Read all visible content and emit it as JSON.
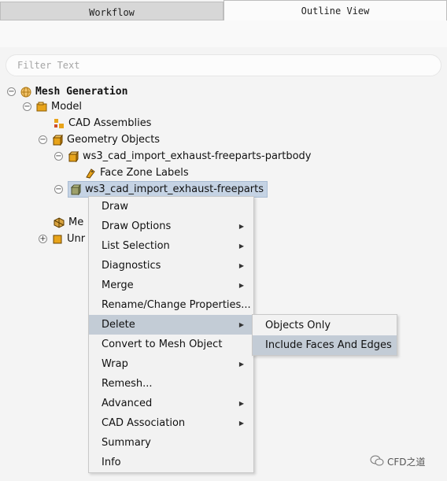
{
  "tabs": [
    {
      "label": "Workflow"
    },
    {
      "label": "Outline View"
    }
  ],
  "filter": {
    "placeholder": "Filter Text"
  },
  "tree": {
    "root": "Mesh Generation",
    "model": "Model",
    "cad_assemblies": "CAD Assemblies",
    "geometry_objects": "Geometry Objects",
    "partbody": "ws3_cad_import_exhaust-freeparts-partbody",
    "face_zone_labels": "Face Zone Labels",
    "freeparts": "ws3_cad_import_exhaust-freeparts",
    "mesh_partial": "Me",
    "unreferenced_partial": "Unr"
  },
  "menu": [
    {
      "label": "Draw",
      "submenu": false
    },
    {
      "label": "Draw Options",
      "submenu": true
    },
    {
      "label": "List Selection",
      "submenu": true
    },
    {
      "label": "Diagnostics",
      "submenu": true
    },
    {
      "label": "Merge",
      "submenu": true
    },
    {
      "label": "Rename/Change Properties...",
      "submenu": false
    },
    {
      "label": "Delete",
      "submenu": true
    },
    {
      "label": "Convert to Mesh Object",
      "submenu": false
    },
    {
      "label": "Wrap",
      "submenu": true
    },
    {
      "label": "Remesh...",
      "submenu": false
    },
    {
      "label": "Advanced",
      "submenu": true
    },
    {
      "label": "CAD Association",
      "submenu": true
    },
    {
      "label": "Summary",
      "submenu": false
    },
    {
      "label": "Info",
      "submenu": false
    }
  ],
  "submenu": [
    {
      "label": "Objects Only"
    },
    {
      "label": "Include Faces And Edges"
    }
  ],
  "watermark": "CFD之道",
  "colors": {
    "selection": "#c5d3e4",
    "menu_highlight": "#c3ccd6",
    "icon_gold": "#e8a41a"
  }
}
